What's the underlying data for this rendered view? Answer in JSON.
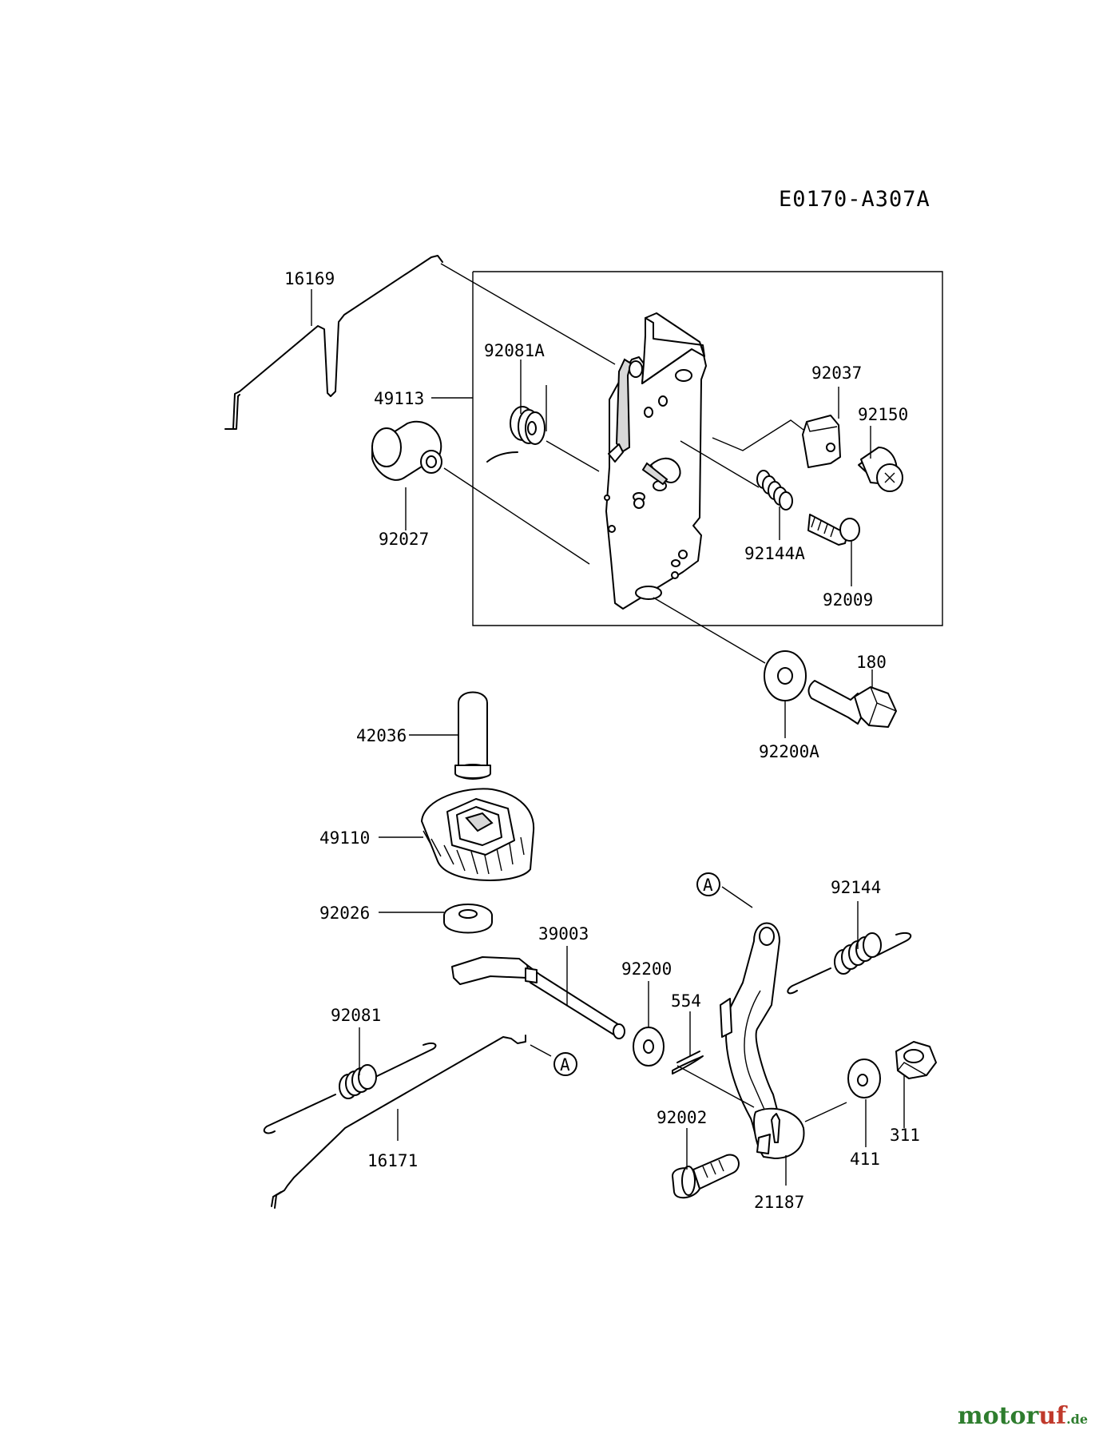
{
  "diagram_code": "E0170-A307A",
  "callout_ref": "A",
  "part_labels": {
    "p16169": "16169",
    "p92081A": "92081A",
    "p49113": "49113",
    "p92037": "92037",
    "p92150": "92150",
    "p92027": "92027",
    "p92144A": "92144A",
    "p92009": "92009",
    "p180": "180",
    "p42036": "42036",
    "p92200A": "92200A",
    "p49110": "49110",
    "p92144": "92144",
    "p92026": "92026",
    "p39003": "39003",
    "p92200": "92200",
    "p554": "554",
    "p92081": "92081",
    "p92002": "92002",
    "p311": "311",
    "p411": "411",
    "p16171": "16171",
    "p21187": "21187"
  },
  "watermark": {
    "part1": "motor",
    "part2": "uf",
    "part3": ".de"
  }
}
